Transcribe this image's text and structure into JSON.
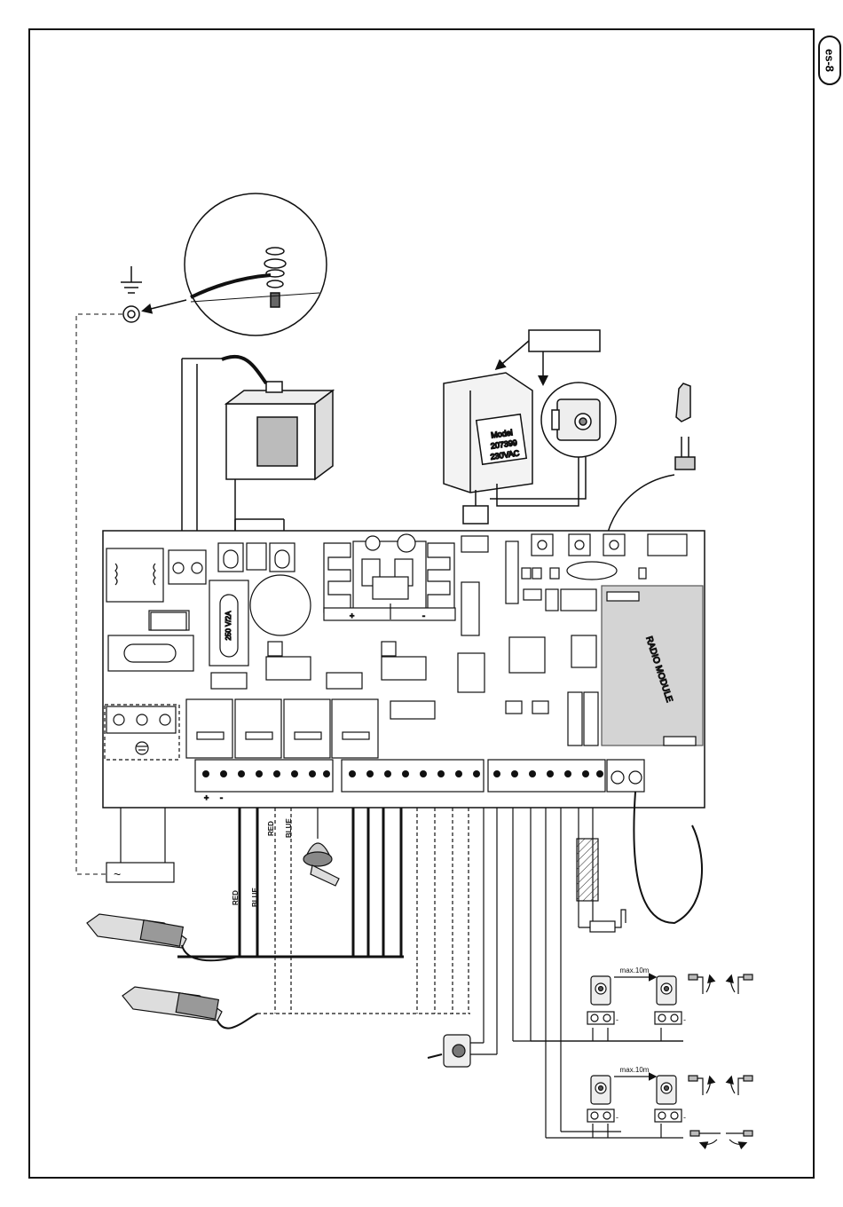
{
  "page_tag": "es-8",
  "labels": {
    "fuse": "250 V/2A",
    "radio_module": "RADIO MODULE",
    "lock_model": "Model",
    "lock_number": "207399",
    "lock_voltage": "230VAC",
    "wire_red": "RED",
    "wire_blue": "BLUE",
    "max_distance": "max.10m",
    "plus": "+",
    "minus": "-",
    "tilde": "~"
  }
}
